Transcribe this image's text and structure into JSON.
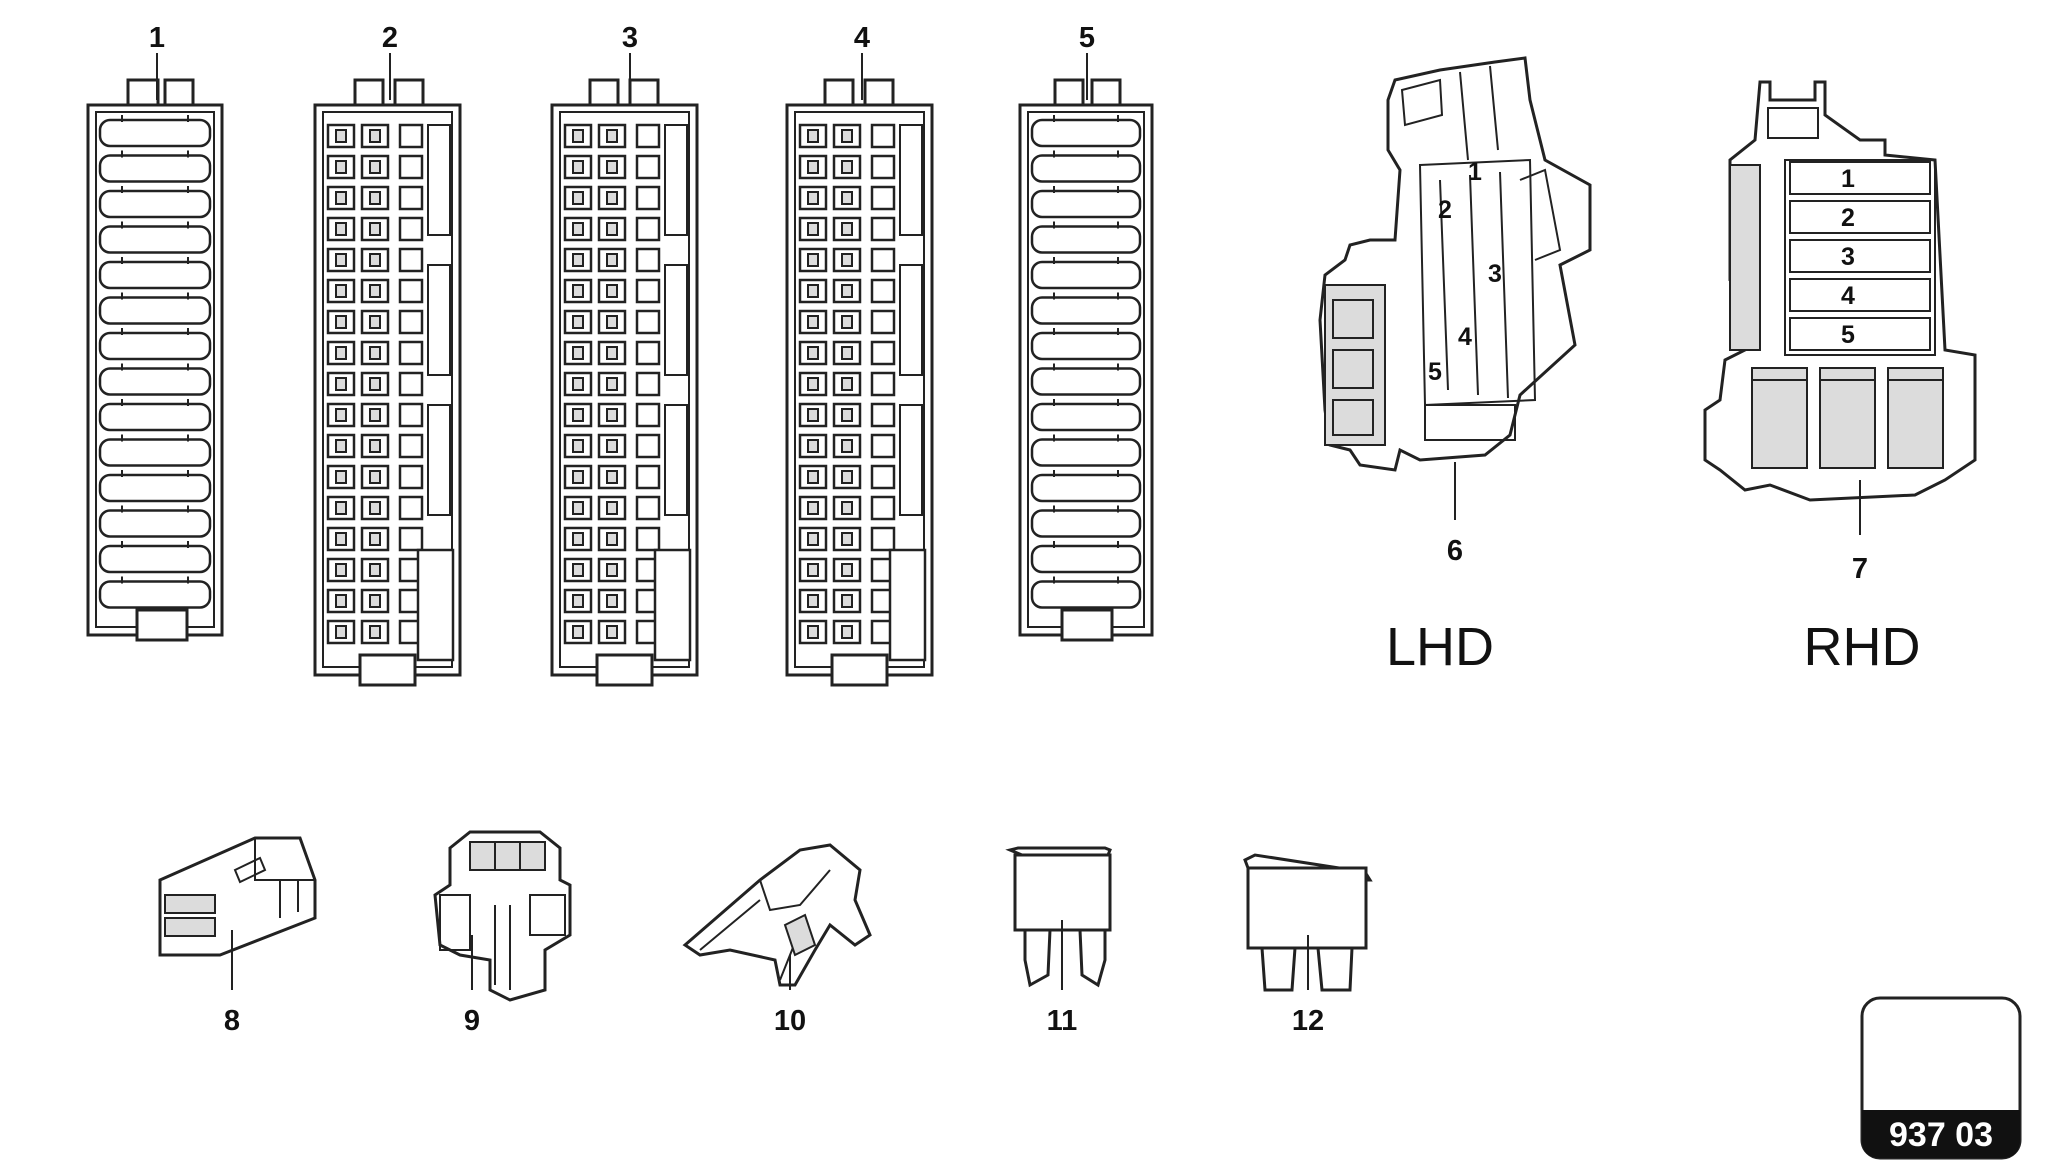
{
  "callouts": {
    "c1": "1",
    "c2": "2",
    "c3": "3",
    "c4": "4",
    "c5": "5",
    "c6": "6",
    "c7": "7",
    "c8": "8",
    "c9": "9",
    "c10": "10",
    "c11": "11",
    "c12": "12"
  },
  "lhd_box": {
    "label": "LHD",
    "slots": [
      "1",
      "2",
      "3",
      "4",
      "5"
    ]
  },
  "rhd_box": {
    "label": "RHD",
    "slots": [
      "1",
      "2",
      "3",
      "4",
      "5"
    ]
  },
  "diagram_code": "937 03"
}
